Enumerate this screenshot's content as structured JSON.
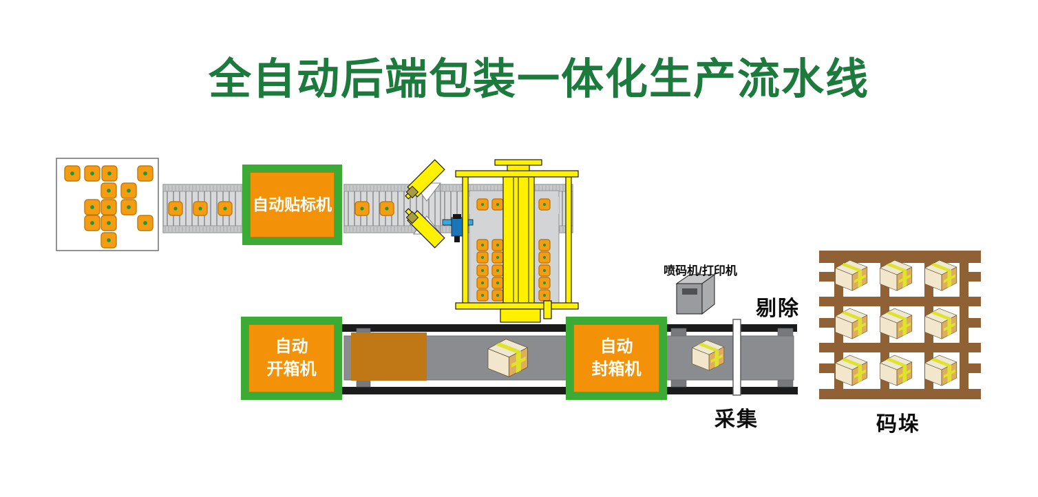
{
  "title": {
    "text": "全自动后端包装一体化生产流水线"
  },
  "stations": {
    "labeler": {
      "label": "自动贴标机"
    },
    "opener": {
      "label": "自动\n开箱机"
    },
    "sealer": {
      "label": "自动\n封箱机"
    }
  },
  "annotations": {
    "printer": "喷码机/打印机",
    "reject": "剔除",
    "collect": "采集",
    "palletize": "码垛"
  },
  "colors": {
    "title_green": "#1C7A3C",
    "station_green": "#3BAB36",
    "station_orange": "#F39208",
    "pkg_orange": "#F49C12",
    "pkg_border": "#BF7A0D",
    "pkg_dot": "#1F9638",
    "machine_yellow": "#FFF100",
    "olive": "#A89B40",
    "conveyor_gray": "#D8D9DA",
    "rail_gray": "#C6C8C9",
    "slat_gray": "#55565A",
    "panel_gray": "#D2D4D5",
    "belt_gray": "#8A8C8F",
    "rail_black": "#1B1B1B",
    "tab_gray": "#77787B",
    "sheet_brown": "#C07817",
    "pallet_brown": "#8F6134",
    "box_front": "#F2E7CC",
    "box_top": "#EFE8D2",
    "box_side": "#DDAE5E",
    "tape_yellow": "#E0E32B",
    "box_outline": "#6B5836",
    "printer_front": "#9A9B9E",
    "printer_top": "#C6C7C9",
    "printer_side": "#ABACAE",
    "printer_slot": "#4F5052",
    "sensor_dark": "#1B75BB",
    "sensor_light": "#35A8E0",
    "outline_dark": "#1A1A1A",
    "depot_border": "#6D6E70",
    "label_black": "#0D0D0D"
  }
}
